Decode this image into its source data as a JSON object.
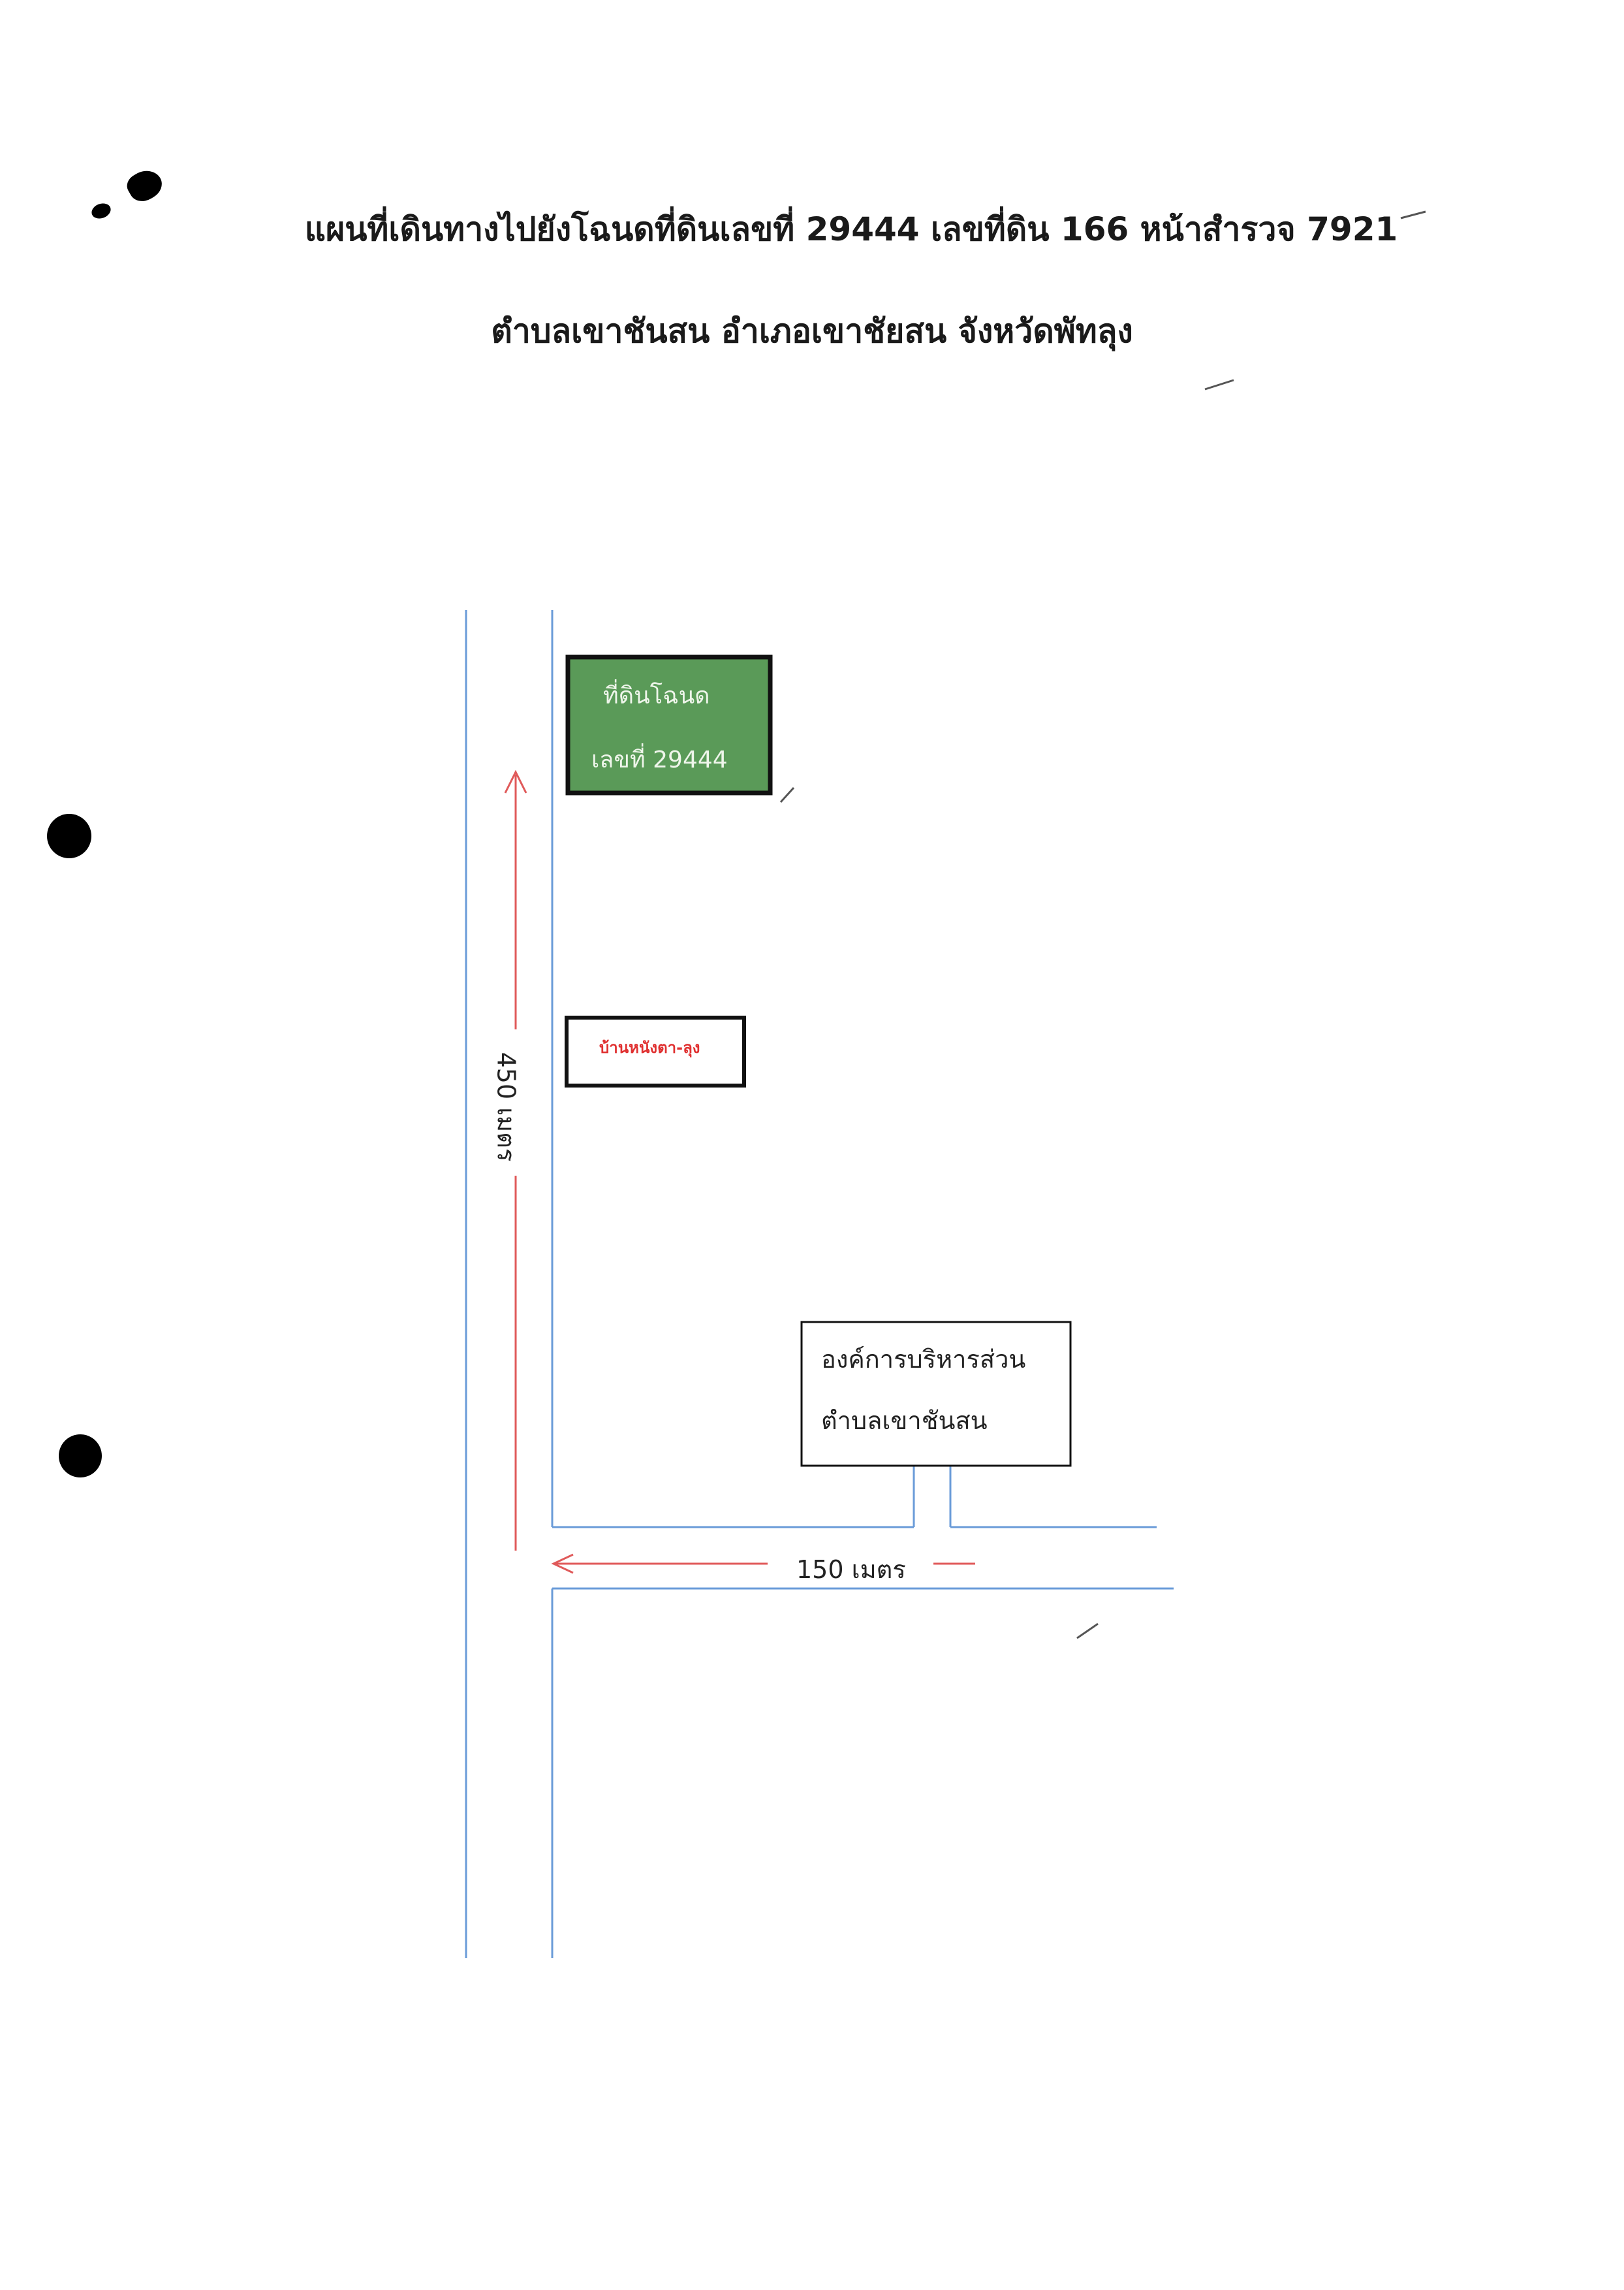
{
  "title": {
    "line1": "แผนที่เดินทางไปยังโฉนดที่ดินเลขที่ 29444  เลขที่ดิน 166 หน้าสำรวจ 7921",
    "line2": "ตำบลเขาชันสน  อำเภอเขาชัยสน   จังหวัดพัทลุง"
  },
  "map": {
    "land_plot": {
      "line1": "ที่ดินโฉนด",
      "line2": "เลขที่ 29444",
      "fill_color": "#5a9a58"
    },
    "house": {
      "label": "บ้านหนังตา-ลุง"
    },
    "office": {
      "line1": "องค์การบริหารส่วน",
      "line2": "ตำบลเขาชันสน"
    },
    "distances": {
      "vertical": "450 เมตร",
      "horizontal": "150 เมตร"
    },
    "colors": {
      "road": "#6a9bd8",
      "arrow": "#e05a5a",
      "box_border": "#111111"
    }
  }
}
